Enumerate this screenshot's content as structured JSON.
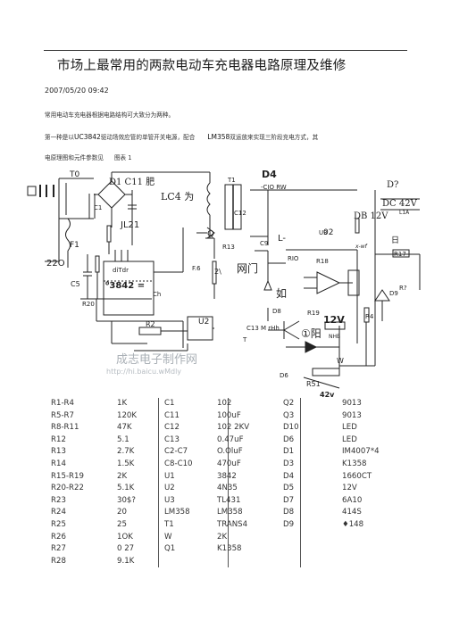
{
  "title": "市场上最常用的两款电动车充电器电路原理及维修",
  "date": "2007/05/20 09:42",
  "intro": "常用电动车充电器根据电路结构可大致分为两种。",
  "para2": {
    "a": "第一种是以",
    "chip1": "UC3842",
    "b": "驱动场效应管的单管开关电源，配合",
    "chip2": "LM358",
    "c": "双运放来实现三阶段充电方式，其"
  },
  "para3": {
    "a": "电原理图和元件参数见",
    "b": "图表 1"
  },
  "schematic_labels": {
    "t0": "T0",
    "d1c11": "D1 C11 肥",
    "lc4": "LC4 为",
    "l21": "JL21",
    "c1": "C1",
    "f1": "F1",
    "v220": "22O",
    "c5": "C5",
    "r20": "R20",
    "ic_pins": "diTdr",
    "ic_name": "⁰3842 =",
    "ch": "Ch",
    "r2": "R2",
    "u2": "U2",
    "t1": "T1",
    "d4": "D4",
    "d4_sub": "-CIO RW",
    "c12": "C12",
    "q": "Q",
    "r13": "R13",
    "f6": "F.6",
    "v21": "2\\",
    "c9": "C9",
    "l_arrow": "L-",
    "u3": "U3",
    "n02": "02",
    "d2": "D?",
    "dc42v": "DC 42V",
    "db12v": "DB 12V",
    "l1a": "L1A",
    "xout": "x-wf",
    "box": "日",
    "r17": "R17",
    "r18": "R18",
    "r10": "RIO",
    "wangmen": "网门",
    "ru": "如",
    "d8": "D8",
    "d9": "D9",
    "r19": "R19",
    "r4": "R4",
    "c13": "C13 M rHh",
    "t": "T",
    "v12": "12V",
    "r2x": "R?",
    "yang": "①阳",
    "nhb": "NHB",
    "w": "W",
    "r51": "R51",
    "v42": "42v",
    "d6": "D6"
  },
  "watermark": {
    "cn": "成志电子制作网",
    "url": "http://hi.baicu.wMdly"
  },
  "parts_table": [
    [
      {
        "ref": "R1-R4",
        "val": "1K"
      },
      {
        "ref": "R5-R7",
        "val": "120K"
      },
      {
        "ref": "R8-R11",
        "val": "47K"
      },
      {
        "ref": "R12",
        "val": "5.1"
      },
      {
        "ref": "R13",
        "val": "2.7K"
      },
      {
        "ref": "R14",
        "val": "1.5K"
      },
      {
        "ref": "R15-R19",
        "val": "2K"
      },
      {
        "ref": "R20-R22",
        "val": "5.1K"
      },
      {
        "ref": "R23",
        "val": "30$?"
      },
      {
        "ref": "R24",
        "val": "20"
      },
      {
        "ref": "R25",
        "val": "25"
      },
      {
        "ref": "R26",
        "val": "1OK"
      },
      {
        "ref": "R27",
        "val": "0 27"
      },
      {
        "ref": "R28",
        "val": "9.1K"
      }
    ],
    [
      {
        "ref": "C1",
        "val": "102"
      },
      {
        "ref": "C11",
        "val": "100uF"
      },
      {
        "ref": "C12",
        "val": "102 2KV"
      },
      {
        "ref": "C13",
        "val": "0.47uF"
      },
      {
        "ref": "C2-C7",
        "val": "O.OluF"
      },
      {
        "ref": "C8-C10",
        "val": "470uF"
      },
      {
        "ref": "U1",
        "val": "3842"
      },
      {
        "ref": "U2",
        "val": "4N35"
      },
      {
        "ref": "U3",
        "val": "TL431"
      },
      {
        "ref": "LM358",
        "val": "LM358"
      },
      {
        "ref": "T1",
        "val": "TRANS4"
      },
      {
        "ref": "W",
        "val": "2K"
      },
      {
        "ref": "Q1",
        "val": "K1358"
      }
    ],
    [
      {
        "ref": "Q2",
        "val": "9013"
      },
      {
        "ref": "Q3",
        "val": "9013"
      },
      {
        "ref": "D10",
        "val": "LED"
      },
      {
        "ref": "D6",
        "val": "LED"
      },
      {
        "ref": "D1",
        "val": "IM4007*4"
      },
      {
        "ref": "D3",
        "val": "K1358"
      },
      {
        "ref": "D4",
        "val": "1660CT"
      },
      {
        "ref": "D5",
        "val": "12V"
      },
      {
        "ref": "D7",
        "val": "6A10"
      },
      {
        "ref": "D8",
        "val": "414S"
      },
      {
        "ref": "D9",
        "val": "♦148"
      }
    ]
  ]
}
